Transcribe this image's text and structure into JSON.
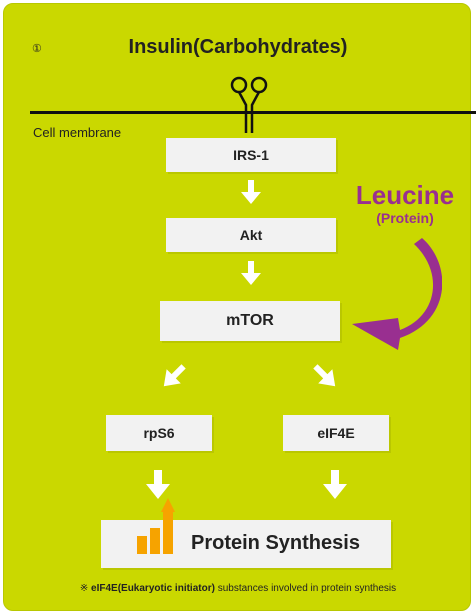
{
  "header": {
    "number": "①",
    "title": "Insulin(Carbohydrates)"
  },
  "membrane": {
    "label": "Cell membrane"
  },
  "nodes": {
    "irs": "IRS-1",
    "akt": "Akt",
    "mtor": "mTOR",
    "rps6": "rpS6",
    "elf4e": "eIF4E",
    "protein": "Protein Synthesis"
  },
  "leucine": {
    "label": "Leucine",
    "sub": "(Protein)"
  },
  "footnote": {
    "mark": "※",
    "term": "eIF4E(Eukaryotic initiator)",
    "text": "substances involved in protein synthesis"
  },
  "colors": {
    "background": "#cad800",
    "box": "#f2f2f2",
    "arrow": "#ffffff",
    "leucine": "#992f90",
    "bars": "#f6a300"
  }
}
